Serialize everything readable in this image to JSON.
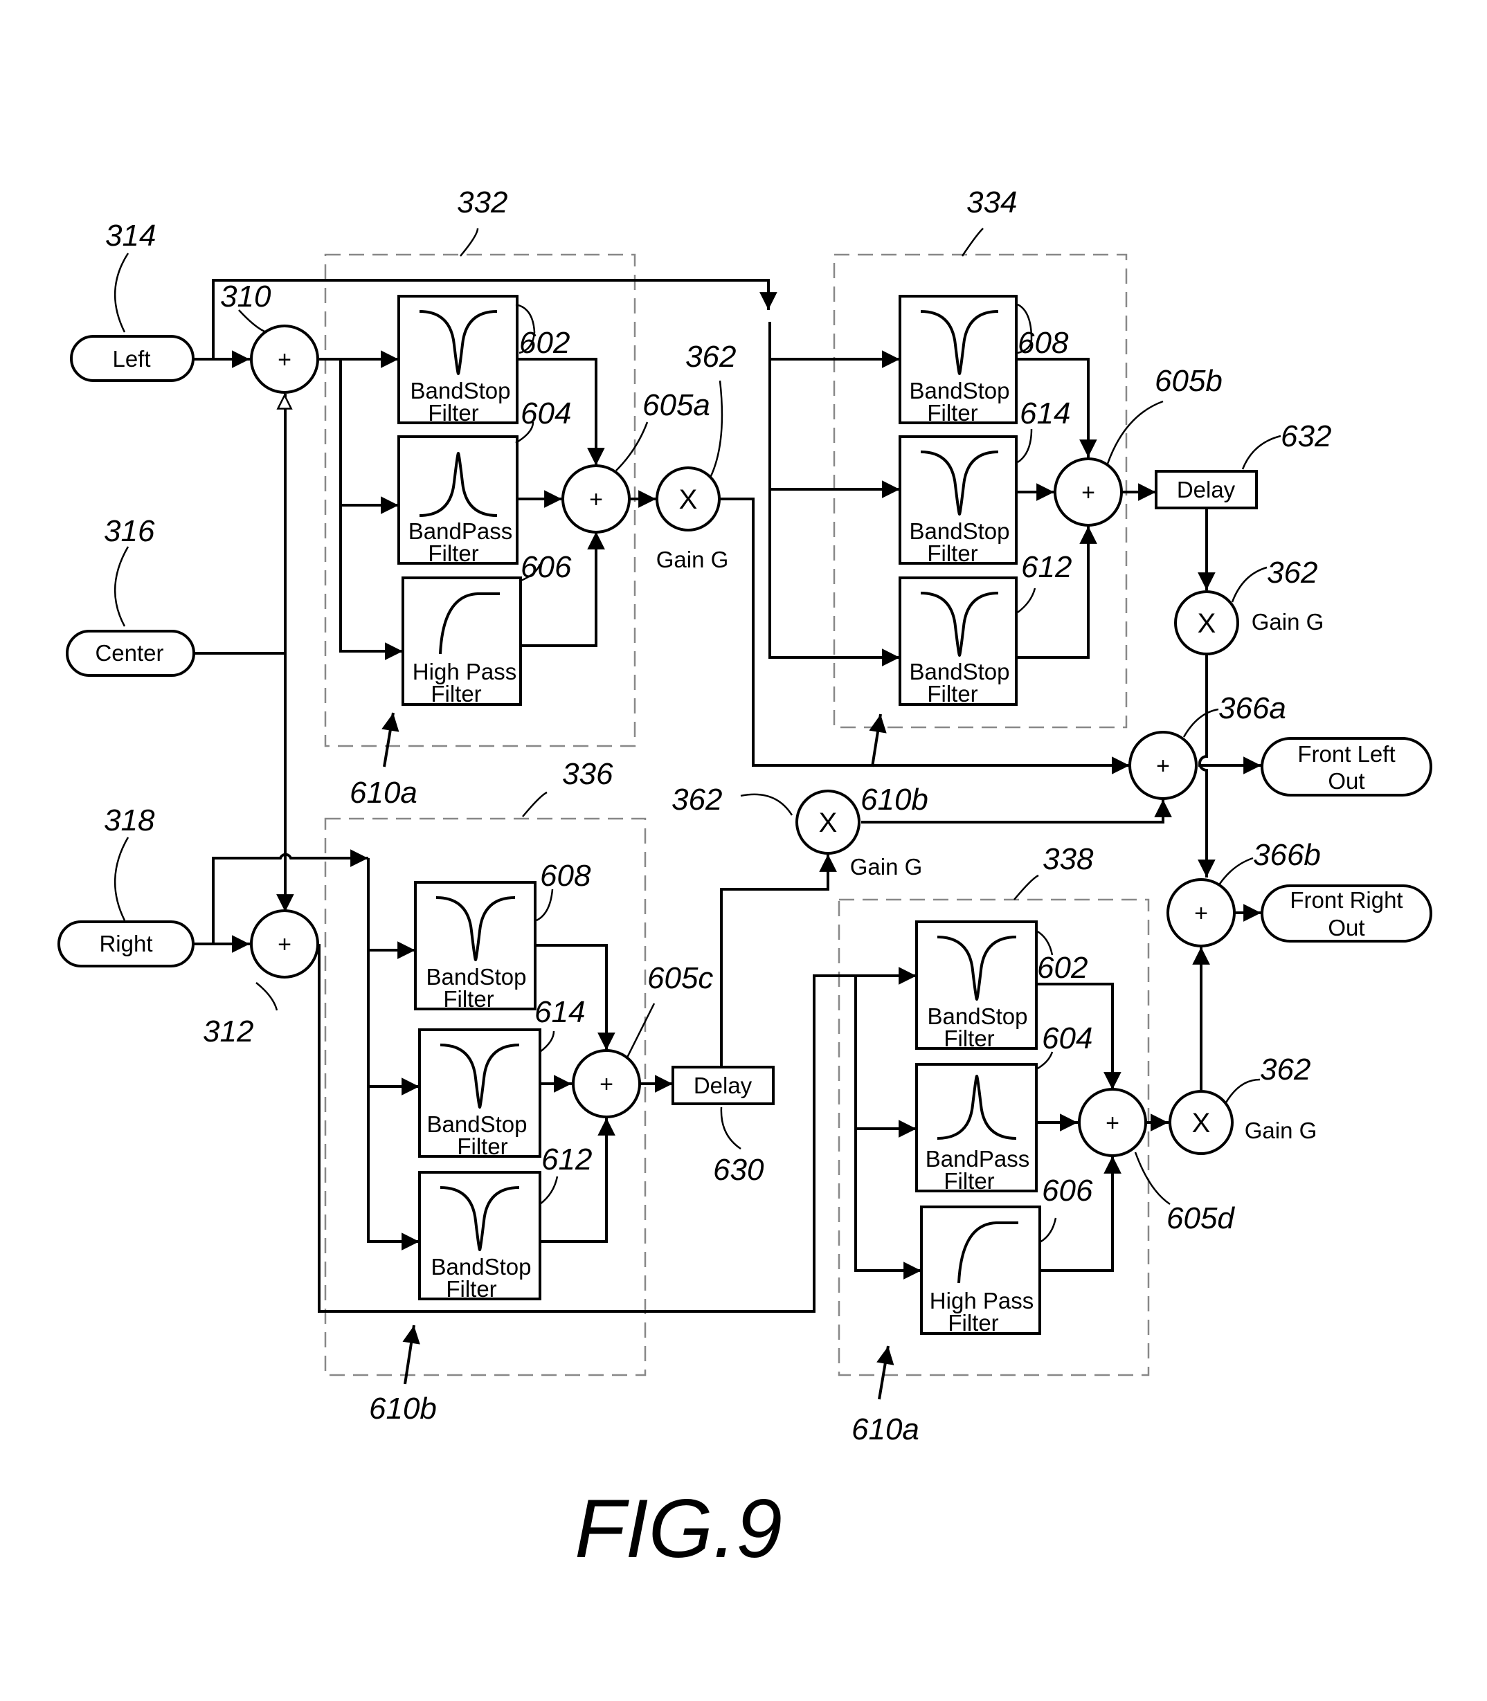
{
  "figure_label": "FIG.9",
  "inputs": {
    "left": "Left",
    "center": "Center",
    "right": "Right"
  },
  "outputs": {
    "front_left": [
      "Front Left",
      "Out"
    ],
    "front_right": [
      "Front Right",
      "Out"
    ]
  },
  "filters": {
    "bandstop": [
      "BandStop",
      "Filter"
    ],
    "bandpass": [
      "BandPass",
      "Filter"
    ],
    "highpass": [
      "High Pass",
      "Filter"
    ]
  },
  "delay_label": "Delay",
  "gain_label": "Gain G",
  "sum_symbol": "+",
  "mult_symbol": "X",
  "refs": {
    "r314": "314",
    "r316": "316",
    "r318": "318",
    "r310": "310",
    "r312": "312",
    "r332": "332",
    "r334": "334",
    "r336": "336",
    "r338": "338",
    "r602": "602",
    "r604": "604",
    "r606": "606",
    "r608": "608",
    "r614": "614",
    "r612": "612",
    "r605a": "605a",
    "r605b": "605b",
    "r605c": "605c",
    "r605d": "605d",
    "r362": "362",
    "r366a": "366a",
    "r366b": "366b",
    "r630": "630",
    "r632": "632",
    "r610a": "610a",
    "r610b": "610b"
  }
}
